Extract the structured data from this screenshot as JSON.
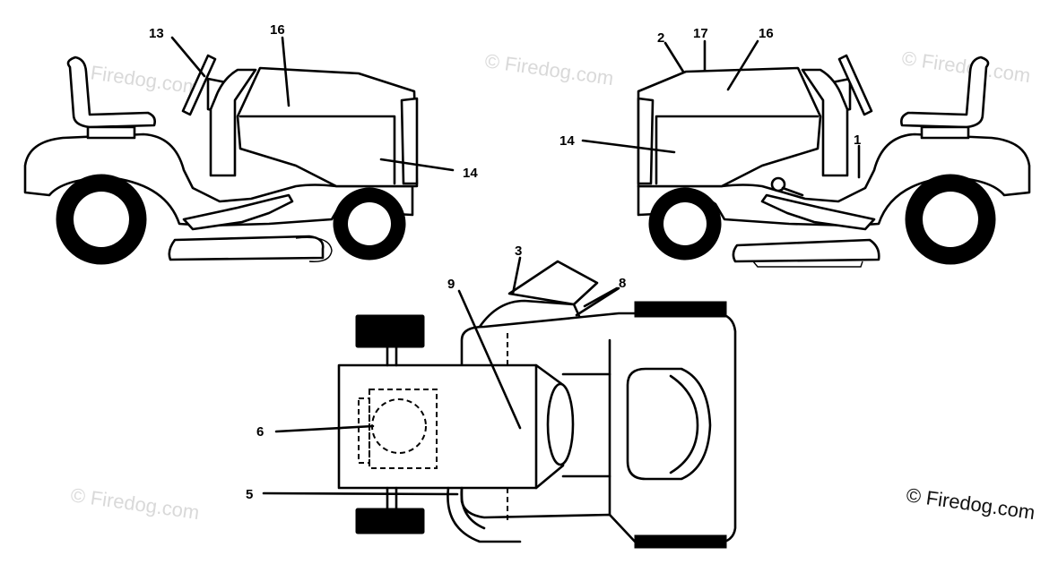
{
  "watermark": "© Firedog.com",
  "callouts": {
    "left_mower": [
      "13",
      "16",
      "14"
    ],
    "right_mower": [
      "2",
      "17",
      "16",
      "14",
      "1"
    ],
    "top_view": [
      "3",
      "8",
      "9",
      "6",
      "5"
    ]
  },
  "colors": {
    "line": "#000000",
    "background": "#ffffff",
    "watermark": "#d9d9d9"
  }
}
